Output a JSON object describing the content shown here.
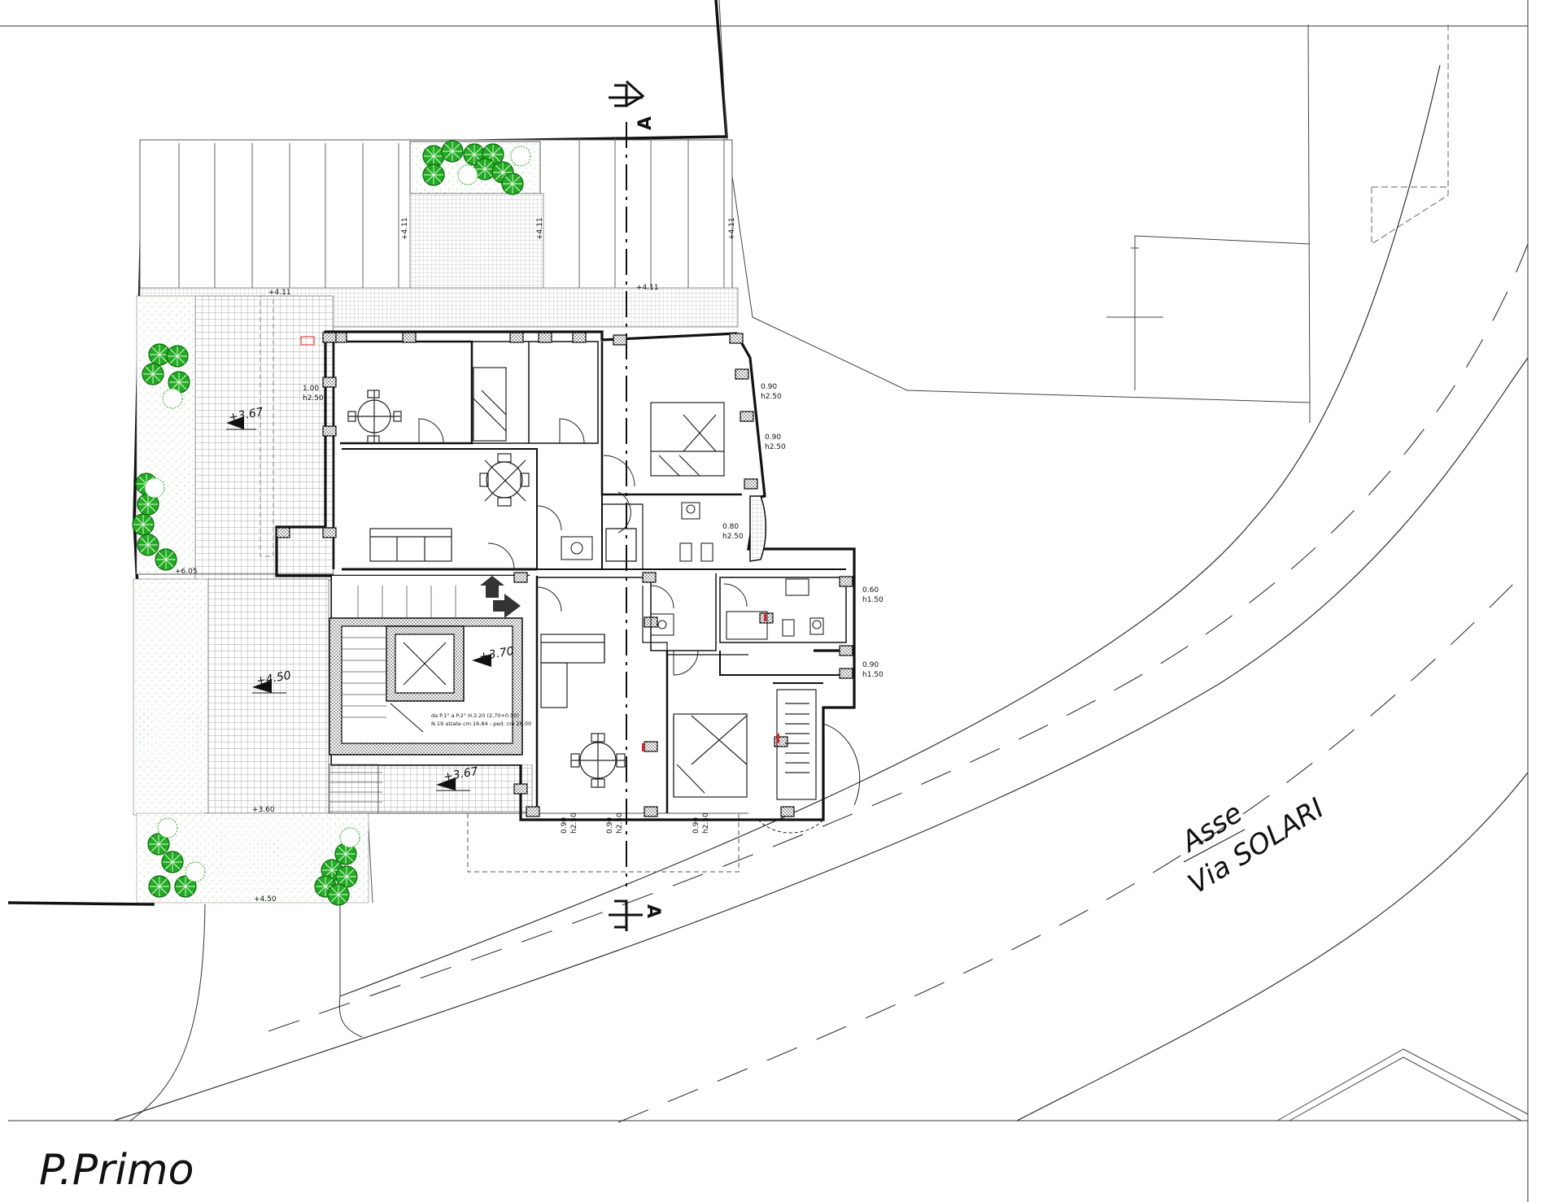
{
  "title": "P.Primo",
  "street": {
    "line1": "Asse",
    "line2": "Via SOLARI"
  },
  "section_marks": {
    "top": "A",
    "bottom": "A"
  },
  "level_marks": [
    "+3.67",
    "+4.50",
    "+3.70",
    "+3.67"
  ],
  "terrace_labels": [
    "+4.11",
    "+4.11",
    "+4.11",
    "+4.11",
    "+4.11",
    "+6.05",
    "+3.60",
    "+4.50"
  ],
  "window_dims": [
    {
      "w": "1.00",
      "h": "h2.50"
    },
    {
      "w": "0.90",
      "h": "h2.50"
    },
    {
      "w": "0.90",
      "h": "h2.50"
    },
    {
      "w": "0.80",
      "h": "h2.50"
    },
    {
      "w": "0.60",
      "h": "h1.50"
    },
    {
      "w": "0.90",
      "h": "h1.50"
    }
  ],
  "bottom_dims": [
    "0.90",
    "h2.50",
    "0.90",
    "h2.50",
    "0.90",
    "h2.50"
  ],
  "stair_note": {
    "line1": "da P.1° a P.2° H.3.20 (2.70+0.50)",
    "line2": "N.19 alzate cm.16.84 - ped. cm 28.00"
  },
  "colors": {
    "ink": "#111111",
    "tree": "#22aa22",
    "tree_dark": "#0b6b0b",
    "hatch": "#9a9a9a",
    "accent": "#dd2222"
  }
}
